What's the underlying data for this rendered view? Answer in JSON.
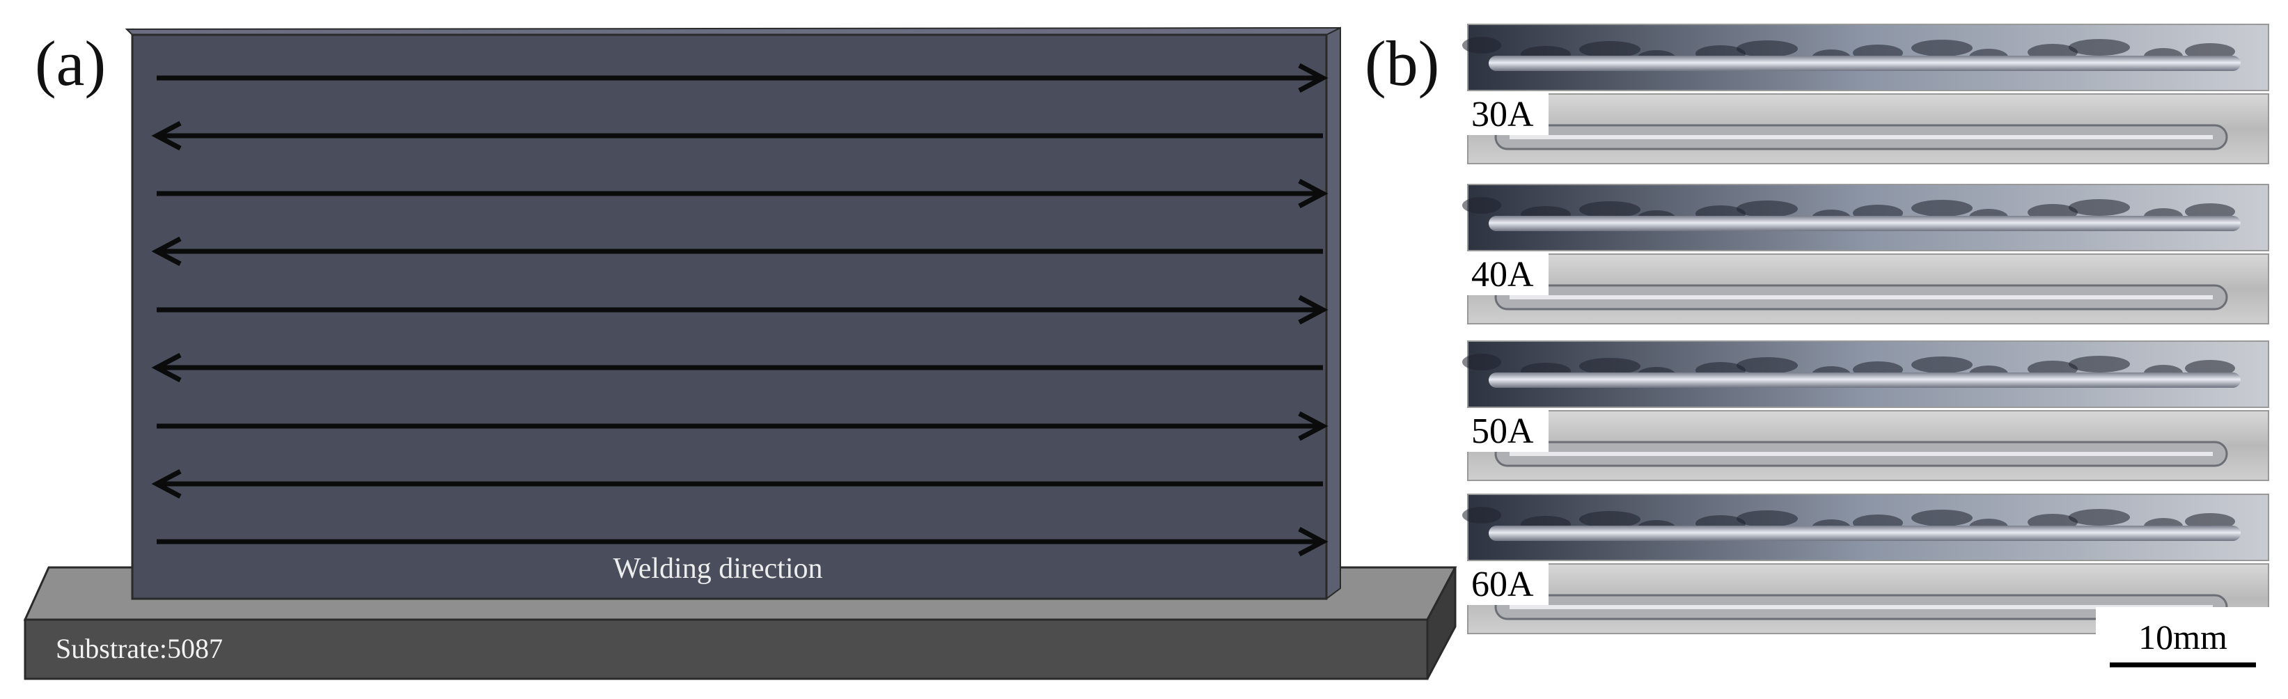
{
  "panel_a": {
    "label": "(a)",
    "substrate_label": "Substrate:5087",
    "direction_label": "Welding direction",
    "colors": {
      "wall": "#4a4e5c",
      "wall_top": "#6a6e80",
      "substrate_top": "#8f8f8f",
      "substrate_front": "#4d4d4d",
      "arrow": "#0b0b0b"
    }
  },
  "panel_b": {
    "label": "(b)",
    "samples": [
      {
        "current": "30A"
      },
      {
        "current": "40A"
      },
      {
        "current": "50A"
      },
      {
        "current": "60A"
      }
    ],
    "scale_bar_label": "10mm"
  }
}
